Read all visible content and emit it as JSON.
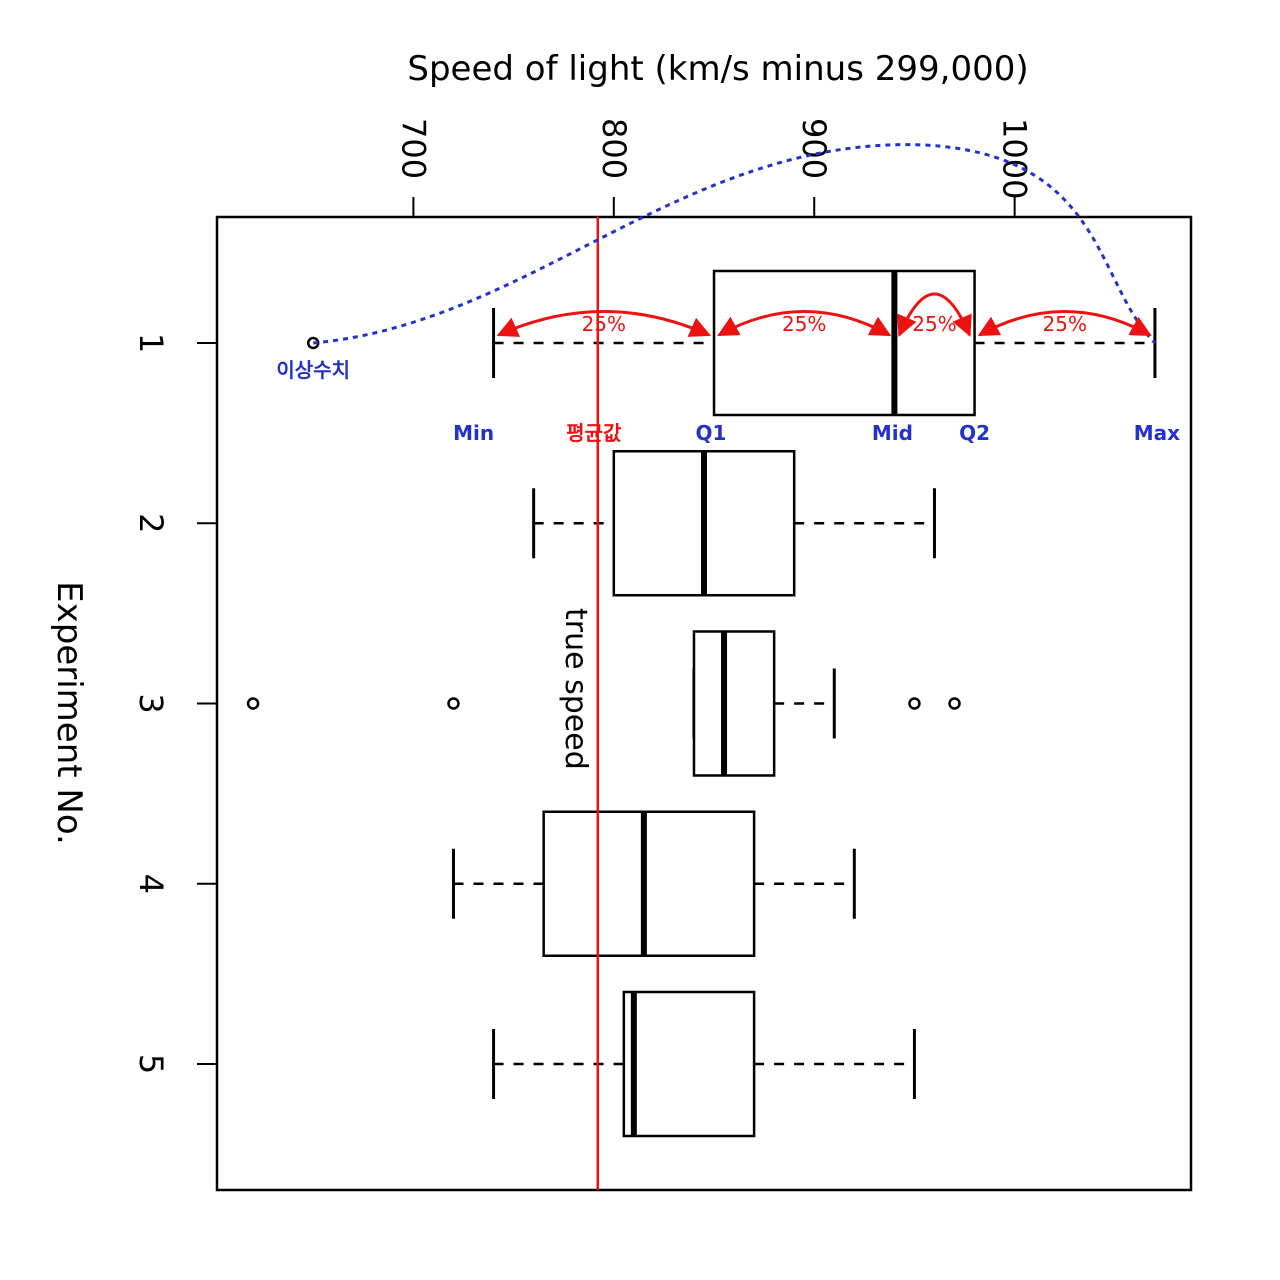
{
  "chart_data": {
    "type": "boxplot",
    "orientation": "horizontal",
    "xlabel": "Speed of light (km/s minus 299,000)",
    "ylabel": "Experiment No.",
    "xlim": [
      602,
      1088
    ],
    "xticks": [
      700,
      800,
      900,
      1000
    ],
    "categories": [
      "1",
      "2",
      "3",
      "4",
      "5"
    ],
    "boxes": [
      {
        "category": "1",
        "whisker_low": 740,
        "q1": 850,
        "median": 940,
        "q3": 980,
        "whisker_high": 1070,
        "outliers": [
          650
        ]
      },
      {
        "category": "2",
        "whisker_low": 760,
        "q1": 800,
        "median": 845,
        "q3": 890,
        "whisker_high": 960,
        "outliers": []
      },
      {
        "category": "3",
        "whisker_low": 840,
        "q1": 840,
        "median": 855,
        "q3": 880,
        "whisker_high": 910,
        "outliers": [
          620,
          720,
          950,
          970
        ]
      },
      {
        "category": "4",
        "whisker_low": 720,
        "q1": 765,
        "median": 815,
        "q3": 870,
        "whisker_high": 920,
        "outliers": []
      },
      {
        "category": "5",
        "whisker_low": 740,
        "q1": 805,
        "median": 810,
        "q3": 870,
        "whisker_high": 950,
        "outliers": []
      }
    ],
    "reference_line": {
      "value": 792,
      "label": "true speed",
      "color": "#ee1111"
    },
    "annotations": {
      "outlier_label": "이상수치",
      "min_label": "Min",
      "mean_label": "평균값",
      "q1_label": "Q1",
      "mid_label": "Mid",
      "q2_label": "Q2",
      "max_label": "Max",
      "quartile_percent": "25%",
      "label_color": "#2233cc",
      "accent_color": "#ee1111"
    }
  }
}
